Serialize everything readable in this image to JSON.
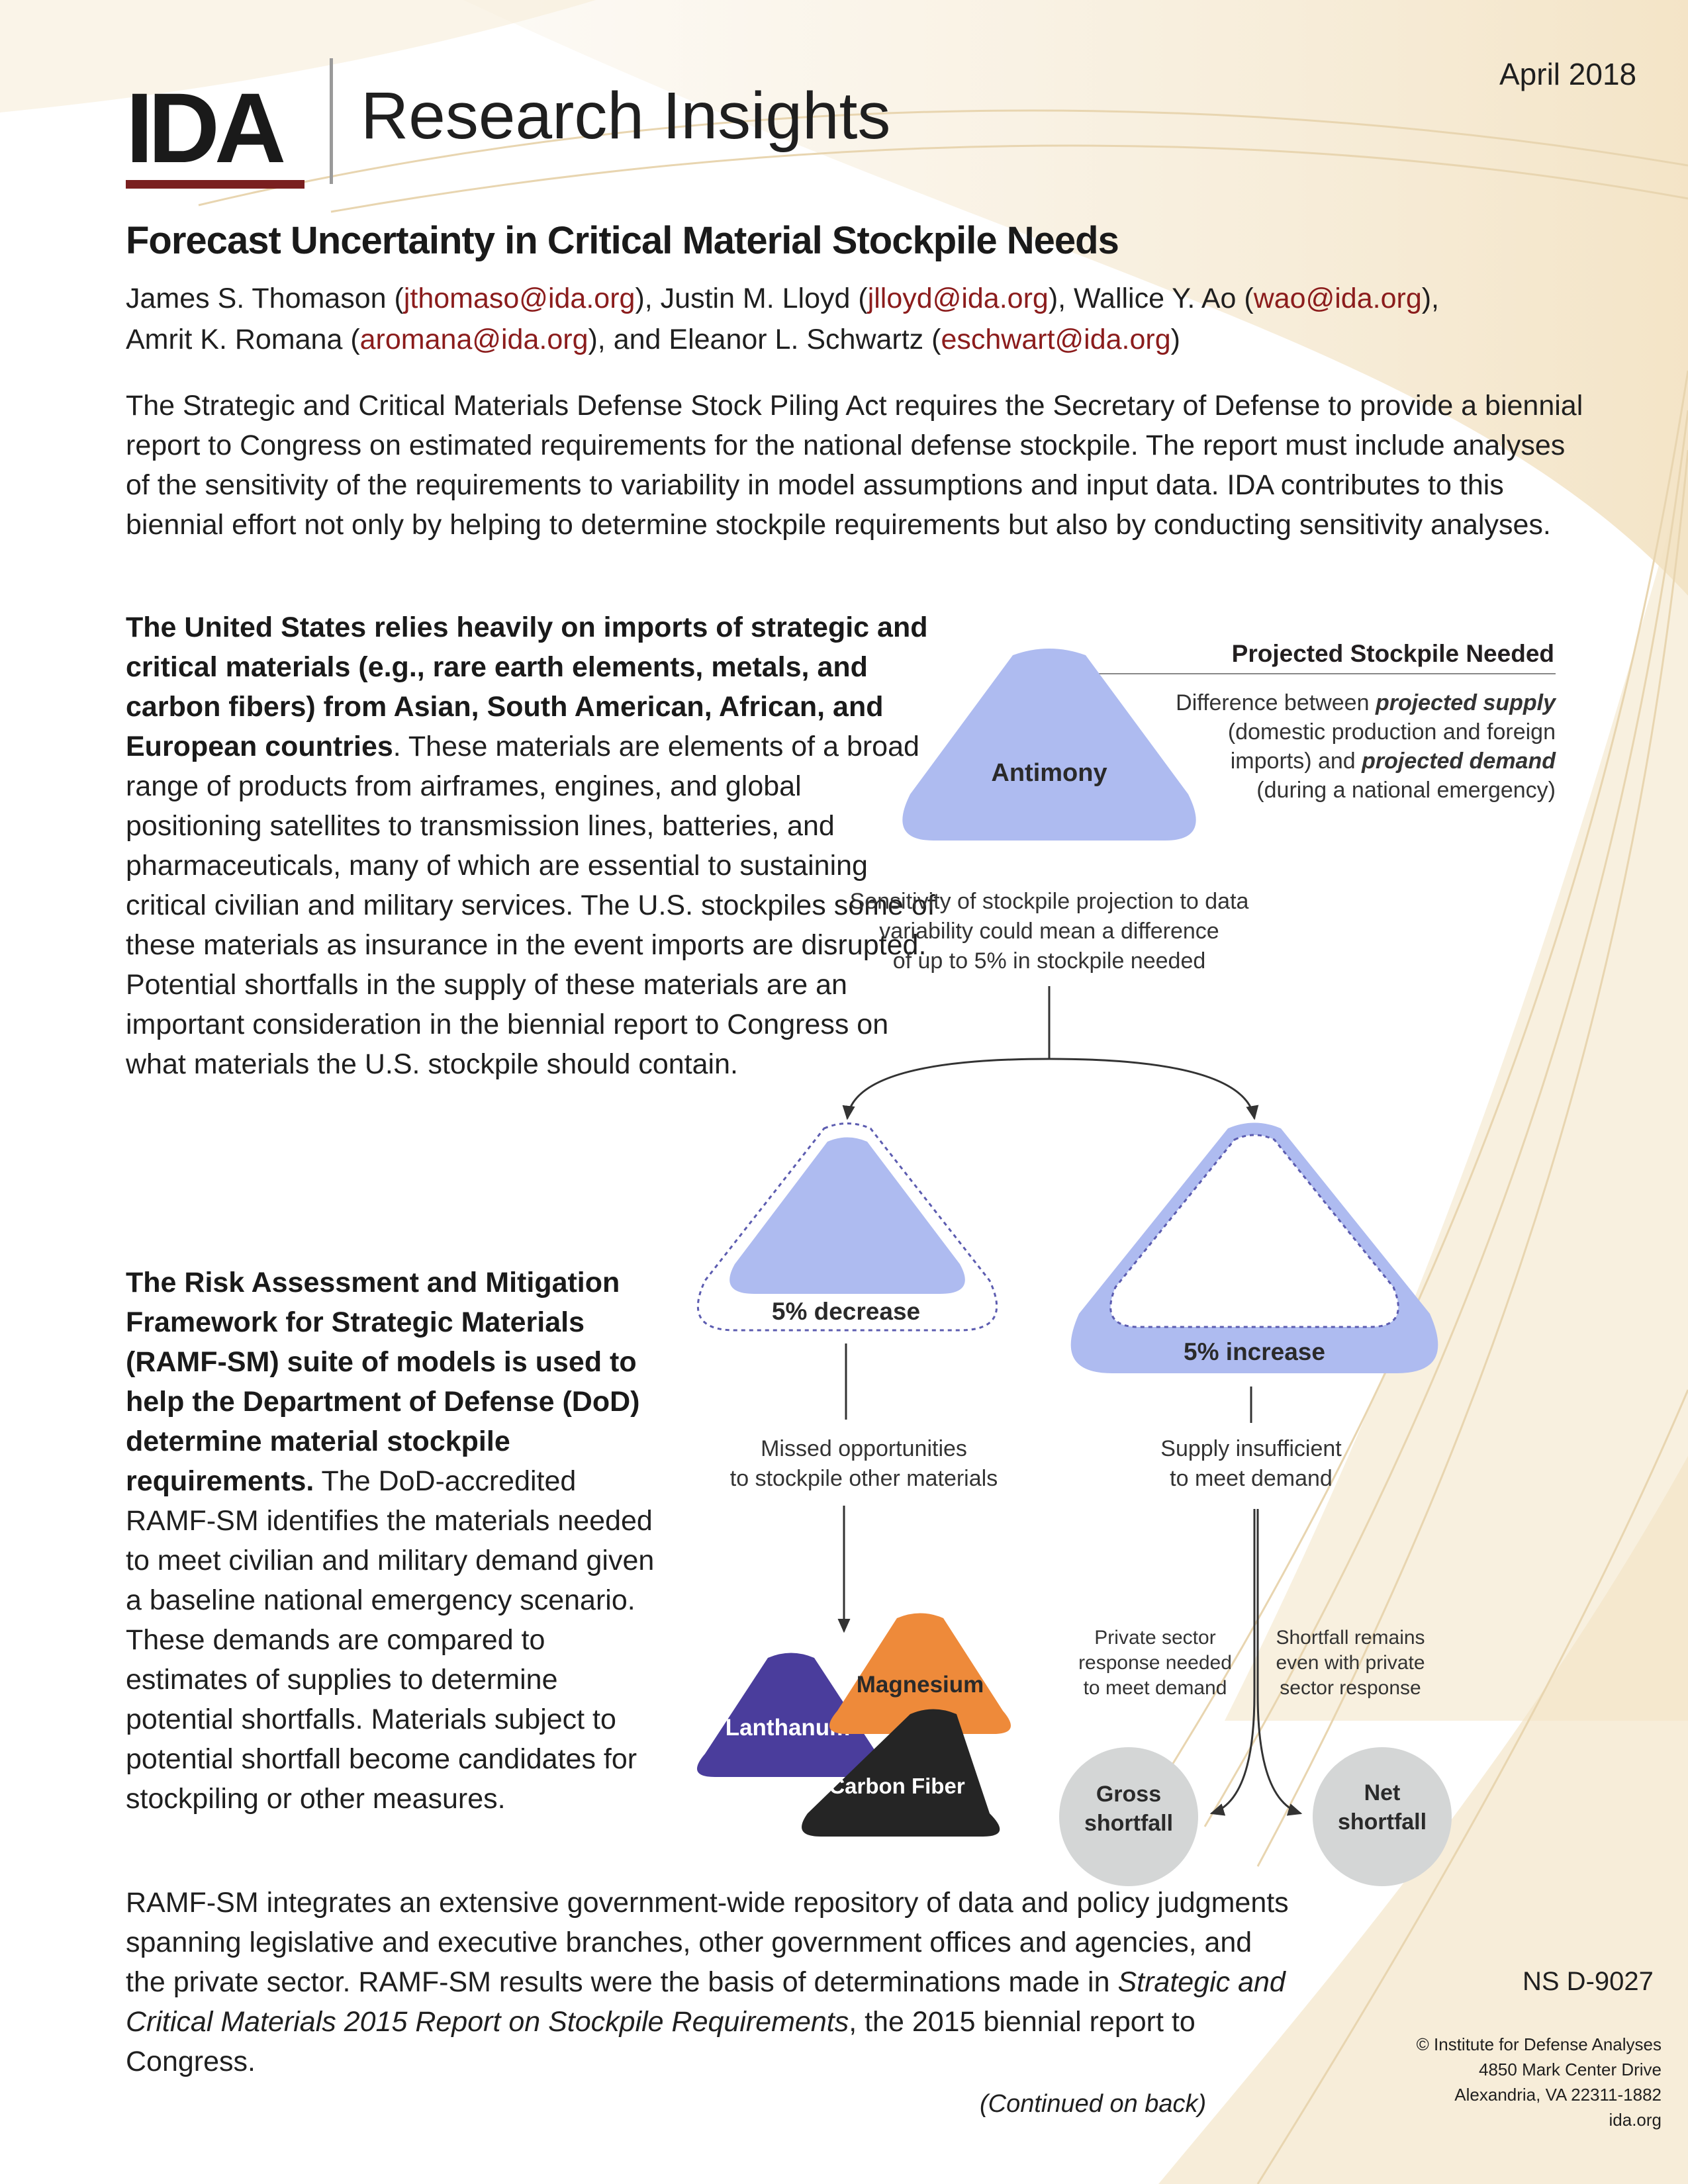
{
  "header": {
    "logo": "IDA",
    "series": "Research Insights",
    "date": "April 2018"
  },
  "article": {
    "title": "Forecast Uncertainty in Critical Material Stockpile Needs",
    "authors": {
      "a1_name": "James S. Thomason (",
      "a1_email": "jthomaso@ida.org",
      "a2_name": "), Justin M. Lloyd (",
      "a2_email": "jlloyd@ida.org",
      "a3_name": "), Wallice Y. Ao (",
      "a3_email": "wao@ida.org",
      "a3_end": "),",
      "a4_name": "Amrit K. Romana (",
      "a4_email": "aromana@ida.org",
      "a5_name": "), and Eleanor L. Schwartz (",
      "a5_email": "eschwart@ida.org",
      "a5_end": ")"
    },
    "intro": "The Strategic and Critical Materials Defense Stock Piling Act requires the Secretary of Defense to provide a biennial report to Congress on estimated requirements for the national defense stockpile. The report must include analyses of the sensitivity of the requirements to variability in model assumptions and input data. IDA contributes to this biennial effort not only by helping to determine stockpile requirements but also by conducting sensitivity analyses.",
    "p1_bold": "The United States relies heavily on imports of strategic and critical materials (e.g., rare earth elements, metals, and carbon fibers) from Asian, South American, African, and European countries",
    "p1_rest": ". These materials are elements of a broad range of products from airframes, engines, and global positioning satellites to transmission lines, batteries, and pharmaceuticals, many of which are essential to sustaining critical civilian and military services. The U.S. stockpiles some of these materials as insurance in the event imports are disrupted. Potential shortfalls in the supply of these materials are an important consideration in the biennial report to Congress on what materials the U.S. stockpile should contain.",
    "p2_bold": "The Risk Assessment and Mitigation Framework for Strategic Materials (RAMF-SM) suite of models is used to help the Department of Defense (DoD) determine material stockpile requirements.",
    "p2_rest": " The DoD-accredited RAMF-SM identifies the materials needed to meet civilian and military demand given a baseline national emergency scenario. These demands are compared to estimates of supplies to determine potential shortfalls. Materials subject to potential shortfall become candidates for stockpiling or other measures.",
    "p3_a": "RAMF-SM integrates an extensive government-wide repository of data and policy judgments spanning legislative and executive branches, other government offices and agencies, and the private sector. RAMF-SM results were the basis of determinations made in ",
    "p3_italic": "Strategic and Critical Materials 2015 Report on Stockpile Requirements",
    "p3_b": ", the 2015 biennial report to Congress.",
    "continued": "(Continued on back)"
  },
  "diagram": {
    "legend_title": "Projected Stockpile Needed",
    "legend_l1_a": "Difference between ",
    "legend_l1_b": "projected supply",
    "legend_l2": "(domestic production and foreign",
    "legend_l3_a": "imports) and ",
    "legend_l3_b": "projected demand",
    "legend_l4": "(during a national emergency)",
    "top_label": "Antimony",
    "sens_l1": "Sensitivity of stockpile projection to data",
    "sens_l2": "variability could mean a difference",
    "sens_l3": "of up to 5% in stockpile needed",
    "decrease_label": "5% decrease",
    "increase_label": "5% increase",
    "missed_l1": "Missed opportunities",
    "missed_l2": "to stockpile other materials",
    "supply_l1": "Supply insufficient",
    "supply_l2": "to meet demand",
    "materials": [
      "Lanthanum",
      "Magnesium",
      "Carbon Fiber"
    ],
    "private_l1": "Private sector",
    "private_l2": "response needed",
    "private_l3": "to meet demand",
    "short_l1": "Shortfall remains",
    "short_l2": "even with private",
    "short_l3": "sector response",
    "gross_l1": "Gross",
    "gross_l2": "shortfall",
    "net_l1": "Net",
    "net_l2": "shortfall",
    "colors": {
      "triangle_blue": "#aebbf0",
      "lanthanum": "#4a3d9c",
      "magnesium": "#ee8a3a",
      "carbon_fiber": "#252525",
      "shortfall_circle": "#d4d6d6"
    }
  },
  "footer": {
    "code": "NS D-9027",
    "addr_l1": "© Institute for Defense Analyses",
    "addr_l2": "4850 Mark Center Drive",
    "addr_l3": "Alexandria, VA 22311-1882",
    "addr_l4": "ida.org"
  }
}
